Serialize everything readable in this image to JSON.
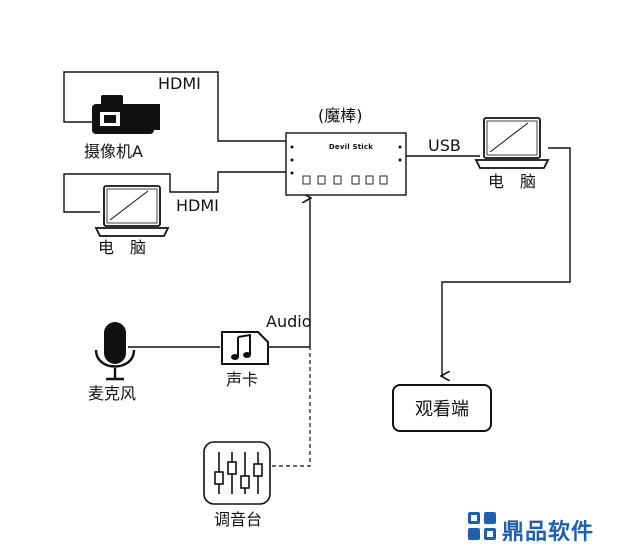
{
  "title": "(魔棒)",
  "device": {
    "label": "Devil Stick"
  },
  "nodes": {
    "camera": "摄像机A",
    "laptop_left": "电　脑",
    "laptop_right": "电　脑",
    "microphone": "麦克风",
    "sound_card": "声卡",
    "mixer": "调音台",
    "viewer": "观看端"
  },
  "connections": {
    "hdmi_camera": "HDMI",
    "hdmi_laptop": "HDMI",
    "usb": "USB",
    "audio": "Audio"
  },
  "watermark": {
    "text": "鼎品软件",
    "color": "#1e5fae"
  },
  "icons": [
    "video-camera-icon",
    "laptop-icon",
    "microphone-icon",
    "music-note-icon",
    "mixer-icon",
    "arrow-down-icon"
  ]
}
